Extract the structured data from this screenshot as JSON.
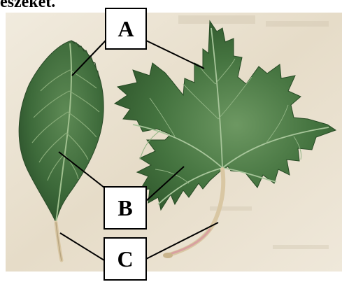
{
  "header": {
    "text": "eszeket."
  },
  "labels": {
    "a": "A",
    "b": "B",
    "c": "C"
  },
  "colors": {
    "background_paper": "#eae1d0",
    "leaf_dark": "#2f5a2e",
    "leaf_mid": "#4b7a45",
    "leaf_light": "#7aa06d",
    "vein": "#a7c59a",
    "petiole": "#d9c7a3",
    "petiole_pink": "#d8a0a0",
    "line": "#000000"
  }
}
